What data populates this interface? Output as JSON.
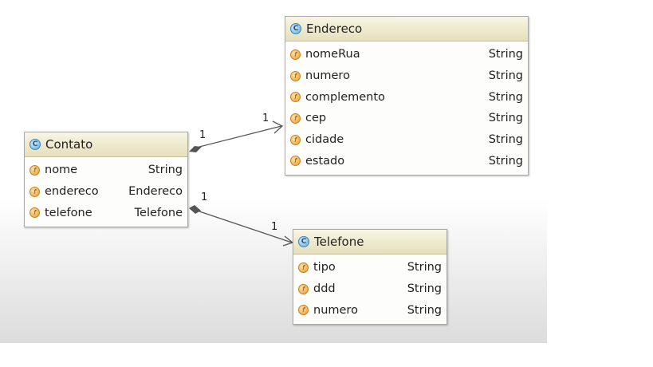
{
  "classes": {
    "contato": {
      "name": "Contato",
      "icon": "class-icon",
      "attributes": [
        {
          "name": "nome",
          "type": "String"
        },
        {
          "name": "endereco",
          "type": "Endereco"
        },
        {
          "name": "telefone",
          "type": "Telefone"
        }
      ]
    },
    "endereco": {
      "name": "Endereco",
      "icon": "class-icon",
      "attributes": [
        {
          "name": "nomeRua",
          "type": "String"
        },
        {
          "name": "numero",
          "type": "String"
        },
        {
          "name": "complemento",
          "type": "String"
        },
        {
          "name": "cep",
          "type": "String"
        },
        {
          "name": "cidade",
          "type": "String"
        },
        {
          "name": "estado",
          "type": "String"
        }
      ]
    },
    "telefone": {
      "name": "Telefone",
      "icon": "class-icon",
      "attributes": [
        {
          "name": "tipo",
          "type": "String"
        },
        {
          "name": "ddd",
          "type": "String"
        },
        {
          "name": "numero",
          "type": "String"
        }
      ]
    }
  },
  "icons": {
    "class_letter": "C",
    "field_letter": "f"
  },
  "associations": [
    {
      "from": "Contato",
      "to": "Endereco",
      "source_multiplicity": "1",
      "target_multiplicity": "1",
      "kind": "composition"
    },
    {
      "from": "Contato",
      "to": "Telefone",
      "source_multiplicity": "1",
      "target_multiplicity": "1",
      "kind": "composition"
    }
  ],
  "colors": {
    "header": "#e4dfbb",
    "class_icon": "#5fa7dc",
    "field_icon": "#e69a30",
    "line": "#555555"
  }
}
